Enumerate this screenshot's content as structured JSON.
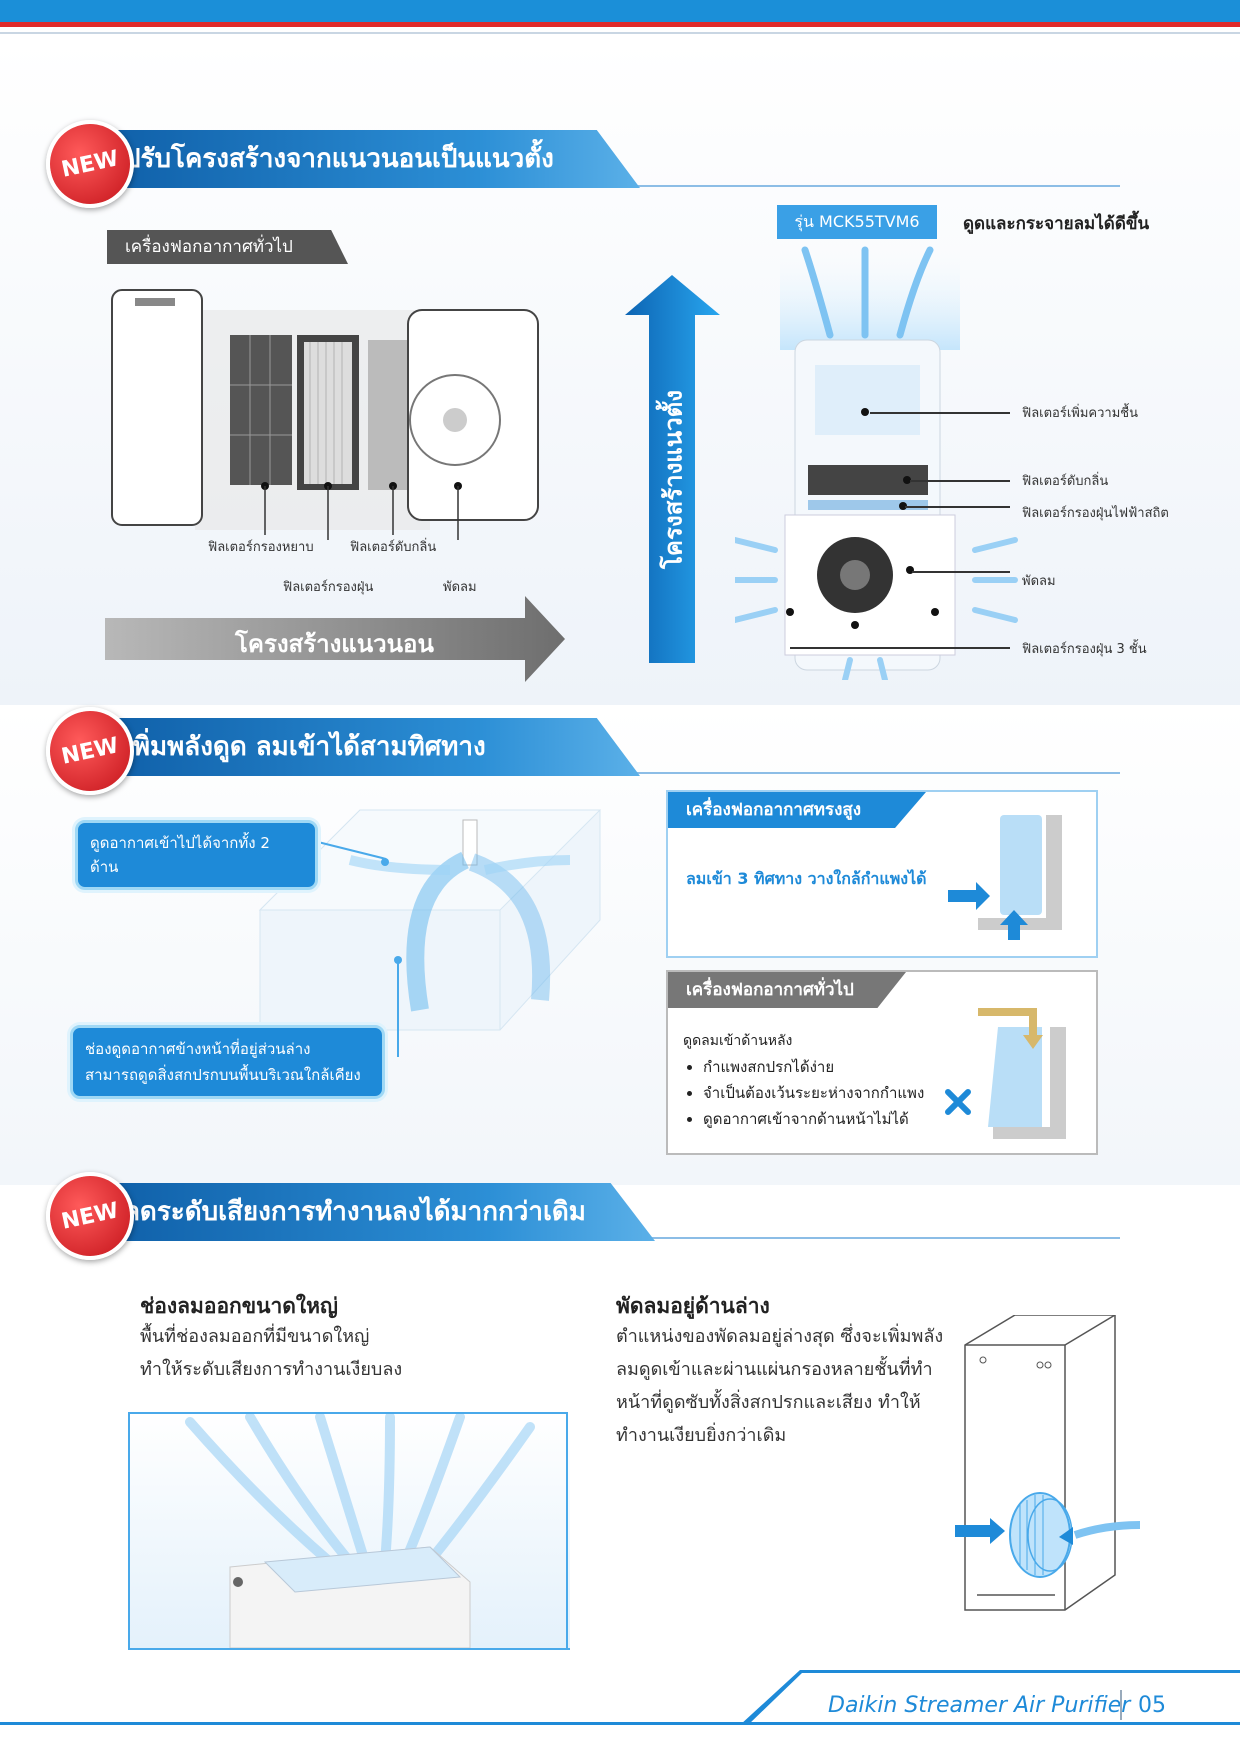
{
  "section1": {
    "badge": "NEW",
    "title": "ปรับโครงสร้างจากแนวนอนเป็นแนวตั้ง",
    "general_tag": "เครื่องฟอกอากาศทั่วไป",
    "left_labels": {
      "coarse": "ฟิลเตอร์กรองหยาบ",
      "deodor": "ฟิลเตอร์ดับกลิ่น",
      "dust": "ฟิลเตอร์กรองฝุ่น",
      "fan": "พัดลม"
    },
    "horizontal_label": "โครงสร้างแนวนอน",
    "vertical_label": "โครงสร้างแนวตั้ง",
    "model_tag": "รุ่น MCK55TVM6",
    "model_caption": "ดูดและกระจายลมได้ดีขึ้น",
    "right_labels": {
      "humid": "ฟิลเตอร์เพิ่มความชื้น",
      "deodor": "ฟิลเตอร์ดับกลิ่น",
      "electrostatic": "ฟิลเตอร์กรองฝุ่นไฟฟ้าสถิต",
      "fan": "พัดลม",
      "three_layer": "ฟิลเตอร์กรองฝุ่น 3 ชั้น"
    }
  },
  "section2": {
    "badge": "NEW",
    "title": "เพิ่มพลังดูด ลมเข้าได้สามทิศทาง",
    "callout1": "ดูดอากาศเข้าไปได้จากทั้ง 2 ด้าน",
    "callout2_line1": "ช่องดูดอากาศข้างหน้าที่อยู่ส่วนล่าง",
    "callout2_line2": "สามารถดูดสิ่งสกปรกบนพื้นบริเวณใกล้เคียง",
    "card1_head": "เครื่องฟอกอากาศทรงสูง",
    "card1_text": "ลมเข้า 3 ทิศทาง วางใกล้กำแพงได้",
    "card2_head": "เครื่องฟอกอากาศทั่วไป",
    "card2_text": "ดูดลมเข้าด้านหลัง",
    "card2_bullets": [
      "กำแพงสกปรกได้ง่าย",
      "จำเป็นต้องเว้นระยะห่างจากกำแพง",
      "ดูดอากาศเข้าจากด้านหน้าไม่ได้"
    ]
  },
  "section3": {
    "badge": "NEW",
    "title": "ลดระดับเสียงการทำงานลงได้มากกว่าเดิม",
    "left_heading": "ช่องลมออกขนาดใหญ่",
    "left_line1": "พื้นที่ช่องลมออกที่มีขนาดใหญ่",
    "left_line2": "ทำให้ระดับเสียงการทำงานเงียบลง",
    "right_heading": "พัดลมอยู่ด้านล่าง",
    "right_line1": "ตำแหน่งของพัดลมอยู่ล่างสุด ซึ่งจะเพิ่มพลัง",
    "right_line2": "ลมดูดเข้าและผ่านแผ่นกรองหลายชั้นที่ทำ",
    "right_line3": "หน้าที่ดูดซับทั้งสิ่งสกปรกและเสียง ทำให้",
    "right_line4": "ทำงานเงียบยิ่งกว่าเดิม"
  },
  "footer": {
    "brand": "Daikin Streamer Air Purifier",
    "page": "05"
  },
  "colors": {
    "accent": "#1e8ad8",
    "red": "#e02a2a",
    "dark_gray": "#555555"
  }
}
